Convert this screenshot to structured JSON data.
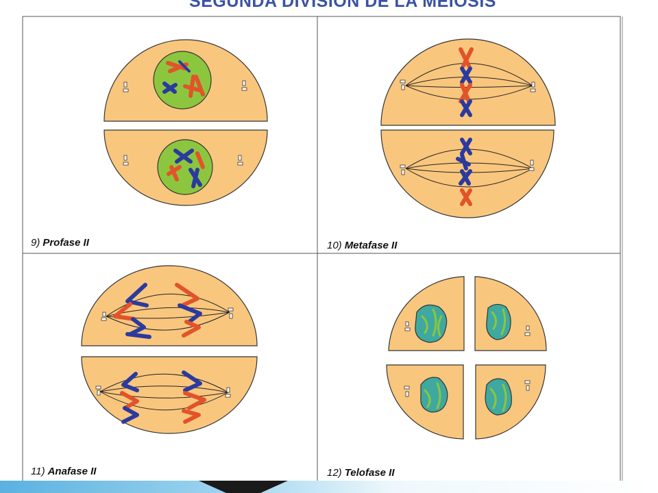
{
  "title": "SEGUNDA DIVISIÓN DE LA MEIOSIS",
  "panels": [
    {
      "number": "9)",
      "name": "Profase II"
    },
    {
      "number": "10)",
      "name": "Metafase II"
    },
    {
      "number": "11)",
      "name": "Anafase II"
    },
    {
      "number": "12)",
      "name": "Telofase II"
    }
  ],
  "colors": {
    "title": "#3a53a4",
    "cell": "#f9c67e",
    "nucleus": "#8cc63f",
    "nucleus_telophase": "#3fa9a0",
    "chromosome_red": "#e2532a",
    "chromosome_blue": "#2b3a9e"
  }
}
